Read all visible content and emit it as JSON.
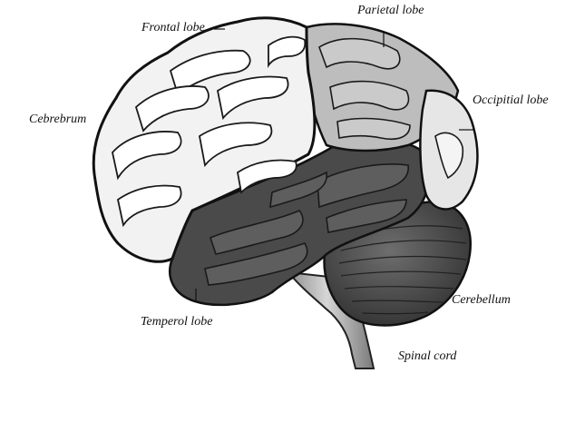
{
  "diagram": {
    "labels": {
      "frontal": "Frontal lobe",
      "parietal": "Parietal lobe",
      "occipital": "Occipitial lobe",
      "cerebrum": "Cebrebrum",
      "cerebellum": "Cerebellum",
      "temporal": "Temperol lobe",
      "spinal": "Spinal cord"
    },
    "colors": {
      "cerebrum": "#f2f2f2",
      "parietal": "#bdbdbd",
      "temporal": "#4a4a4a",
      "cerebellum": "#5a5a5a",
      "brainstem": "#b8b8b8",
      "outline": "#111111"
    }
  }
}
